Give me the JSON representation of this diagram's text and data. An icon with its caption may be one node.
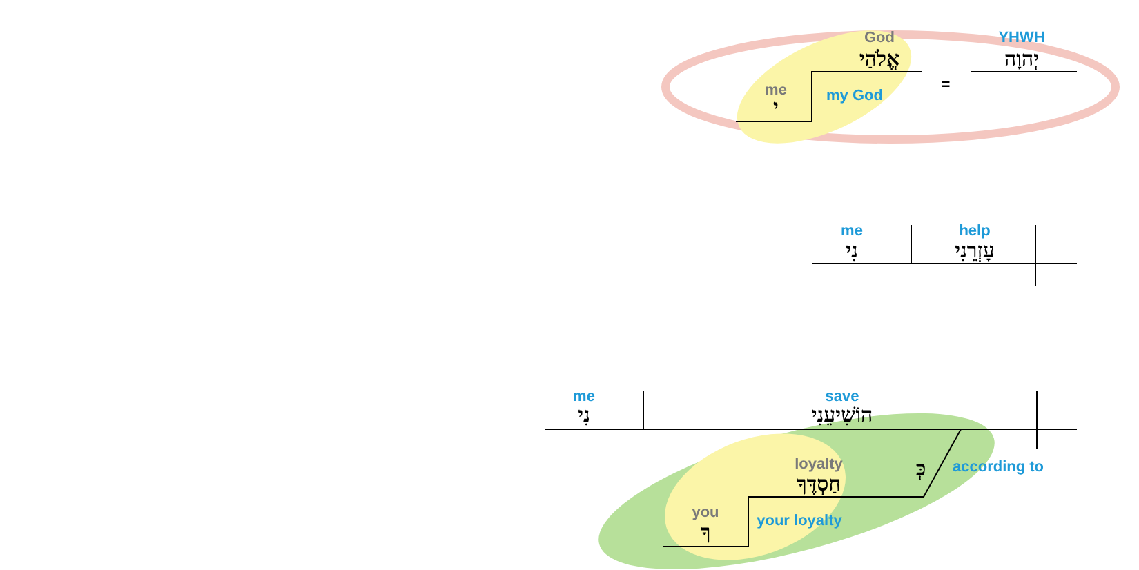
{
  "diagram": {
    "nodes": [
      {
        "text": [
          "YHWH",
          "יְהוָה",
          "="
        ]
      },
      {
        "text": [
          "God",
          "אֱלֹהַי",
          "me",
          "י",
          "my God"
        ],
        "in": 0
      },
      {
        "text": [
          "according to",
          "כְּ"
        ]
      },
      {
        "text": [
          "loyalty",
          "חַסְדֶּךָ",
          "you",
          "ךָ",
          "your loyalty"
        ],
        "in": 2
      }
    ],
    "labels": [
      "me",
      "help",
      "נִי",
      "עָזְרֵנִי",
      "me",
      "save",
      "נִי",
      "הוֹשִׁיעֵנִי"
    ]
  }
}
